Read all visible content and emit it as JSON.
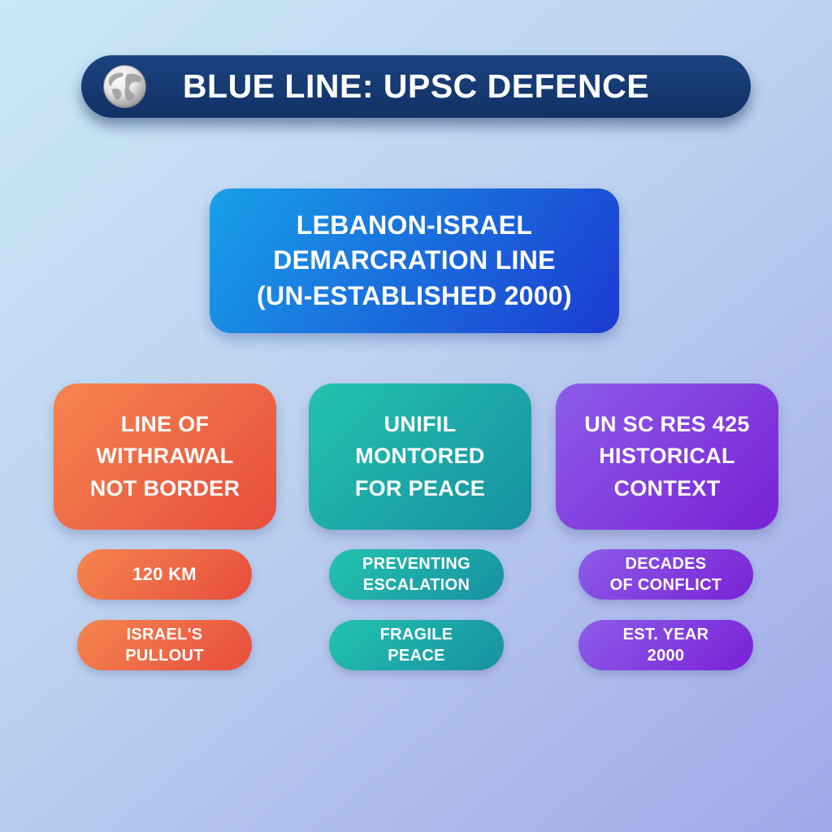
{
  "header": {
    "title": "BLUE LINE: UPSC DEFENCE",
    "icon": "globe"
  },
  "main_box": {
    "text": "LEBANON-ISRAEL\nDEMARCRATION LINE\n(UN-ESTABLISHED 2000)"
  },
  "columns": [
    {
      "name": "line-of-withdrawal",
      "title": "LINE OF\nWITHRAWAL\nNOT BORDER",
      "pill1": "120 KM",
      "pill2": "ISRAEL'S\nPULLOUT",
      "gradient_start": "#f5854f",
      "gradient_end": "#e84d3c"
    },
    {
      "name": "unifil-monitored",
      "title": "UNIFIL\nMONTORED\nFOR PEACE",
      "pill1": "PREVENTING\nESCALATION",
      "pill2": "FRAGILE\nPEACE",
      "gradient_start": "#23c3ad",
      "gradient_end": "#1790a3"
    },
    {
      "name": "un-sc-res-425",
      "title": "UN SC RES 425\nHISTORICAL\nCONTEXT",
      "pill1": "DECADES\nOF CONFLICT",
      "pill2": "EST. YEAR\n2000",
      "gradient_start": "#8c5ce9",
      "gradient_end": "#7a22d6"
    }
  ],
  "colors": {
    "background_start": "#cbe7f6",
    "background_end": "#9fa9e9",
    "header_bg": "#14386f",
    "main_box_start": "#18a0e8",
    "main_box_end": "#1c3bd2",
    "text": "#ffffff"
  }
}
